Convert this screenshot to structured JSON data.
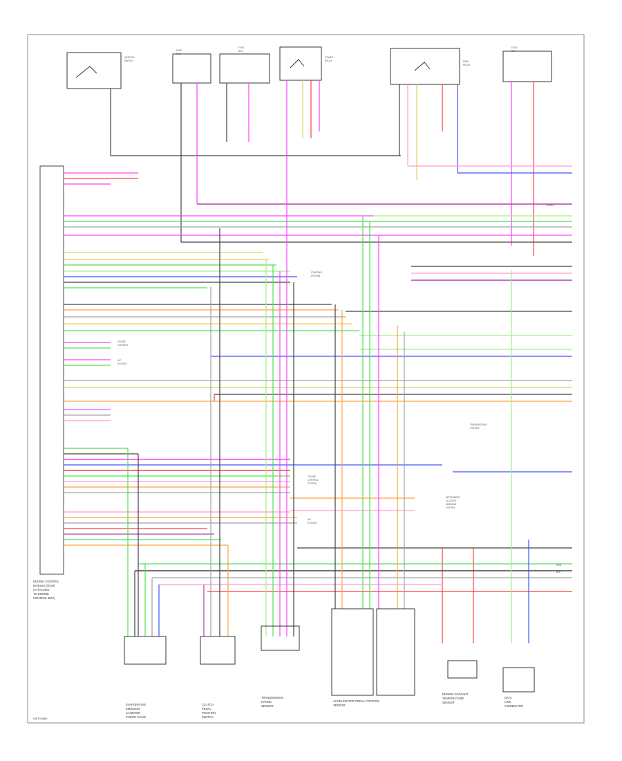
{
  "diagram_id": "W8TO4883",
  "module": {
    "name_lines": [
      "ENGINE CONTROL",
      "MODULE (ECM)",
      "(ATTACHED",
      "TO ENGINE",
      "CONTROL BOX)"
    ]
  },
  "right_side_labels": {
    "pin_bk": "BLK",
    "pin_vi_bk": "VIO/BLK",
    "pin_gn": "GRN"
  },
  "bottom_components": [
    {
      "id": "canister",
      "lines": [
        "EVAPORATIVE",
        "EMISSION",
        "CANISTER",
        "PURGE VALVE"
      ]
    },
    {
      "id": "clutch",
      "lines": [
        "CLUTCH",
        "PEDAL",
        "POSITION",
        "SWITCH"
      ]
    },
    {
      "id": "trans",
      "lines": [
        "TRANSMISSION",
        "RANGE",
        "SENSOR"
      ]
    },
    {
      "id": "accel",
      "lines": [
        "ACCELERATOR PEDAL POSITION",
        "SENSOR"
      ]
    },
    {
      "id": "ect",
      "lines": [
        "ENGINE COOLANT",
        "TEMPERATURE",
        "SENSOR"
      ]
    },
    {
      "id": "data",
      "lines": [
        "DATA",
        "LINK",
        "CONNECTOR"
      ]
    }
  ],
  "top_components": [
    {
      "id": "ignition",
      "lines": [
        "IGNITION",
        "SWITCH"
      ]
    },
    {
      "id": "fuse1",
      "lines": [
        "FUSE",
        "BOX"
      ]
    },
    {
      "id": "fuse2",
      "lines": [
        "FUSE",
        "BOX"
      ]
    },
    {
      "id": "relay1",
      "lines": [
        "POWER",
        "RELAY"
      ]
    },
    {
      "id": "relay2",
      "lines": [
        "MAIN",
        "RELAY"
      ]
    },
    {
      "id": "fuse3",
      "lines": [
        "FUSE",
        "BOX"
      ]
    }
  ],
  "mid_notes": [
    {
      "id": "n1",
      "lines": [
        "CRUISE",
        "CONTROL"
      ]
    },
    {
      "id": "n2",
      "lines": [
        "A/C",
        "SYSTEM"
      ]
    },
    {
      "id": "n3",
      "lines": [
        "STARTING",
        "SYSTEM"
      ]
    },
    {
      "id": "n4",
      "lines": [
        "CRUISE",
        "CONTROL",
        "SYSTEM"
      ]
    },
    {
      "id": "n5",
      "lines": [
        "A/C",
        "SYSTEM"
      ]
    },
    {
      "id": "n6",
      "lines": [
        "TRANSMISSION",
        "SYSTEM"
      ]
    },
    {
      "id": "n7",
      "lines": [
        "INSTRUMENT",
        "CLUSTER",
        "WARNING",
        "SYSTEM"
      ]
    }
  ],
  "colors": {
    "magenta": "#ff40ff",
    "pink": "#ff9bd0",
    "red": "#ff4040",
    "green": "#50e050",
    "lightgreen": "#a0f080",
    "blue": "#4050ff",
    "gray": "#a0a0a0",
    "darkgray": "#404040",
    "orange": "#ffa040",
    "yellow": "#e0d060",
    "purple": "#b040b0",
    "tan": "#d0b080"
  }
}
